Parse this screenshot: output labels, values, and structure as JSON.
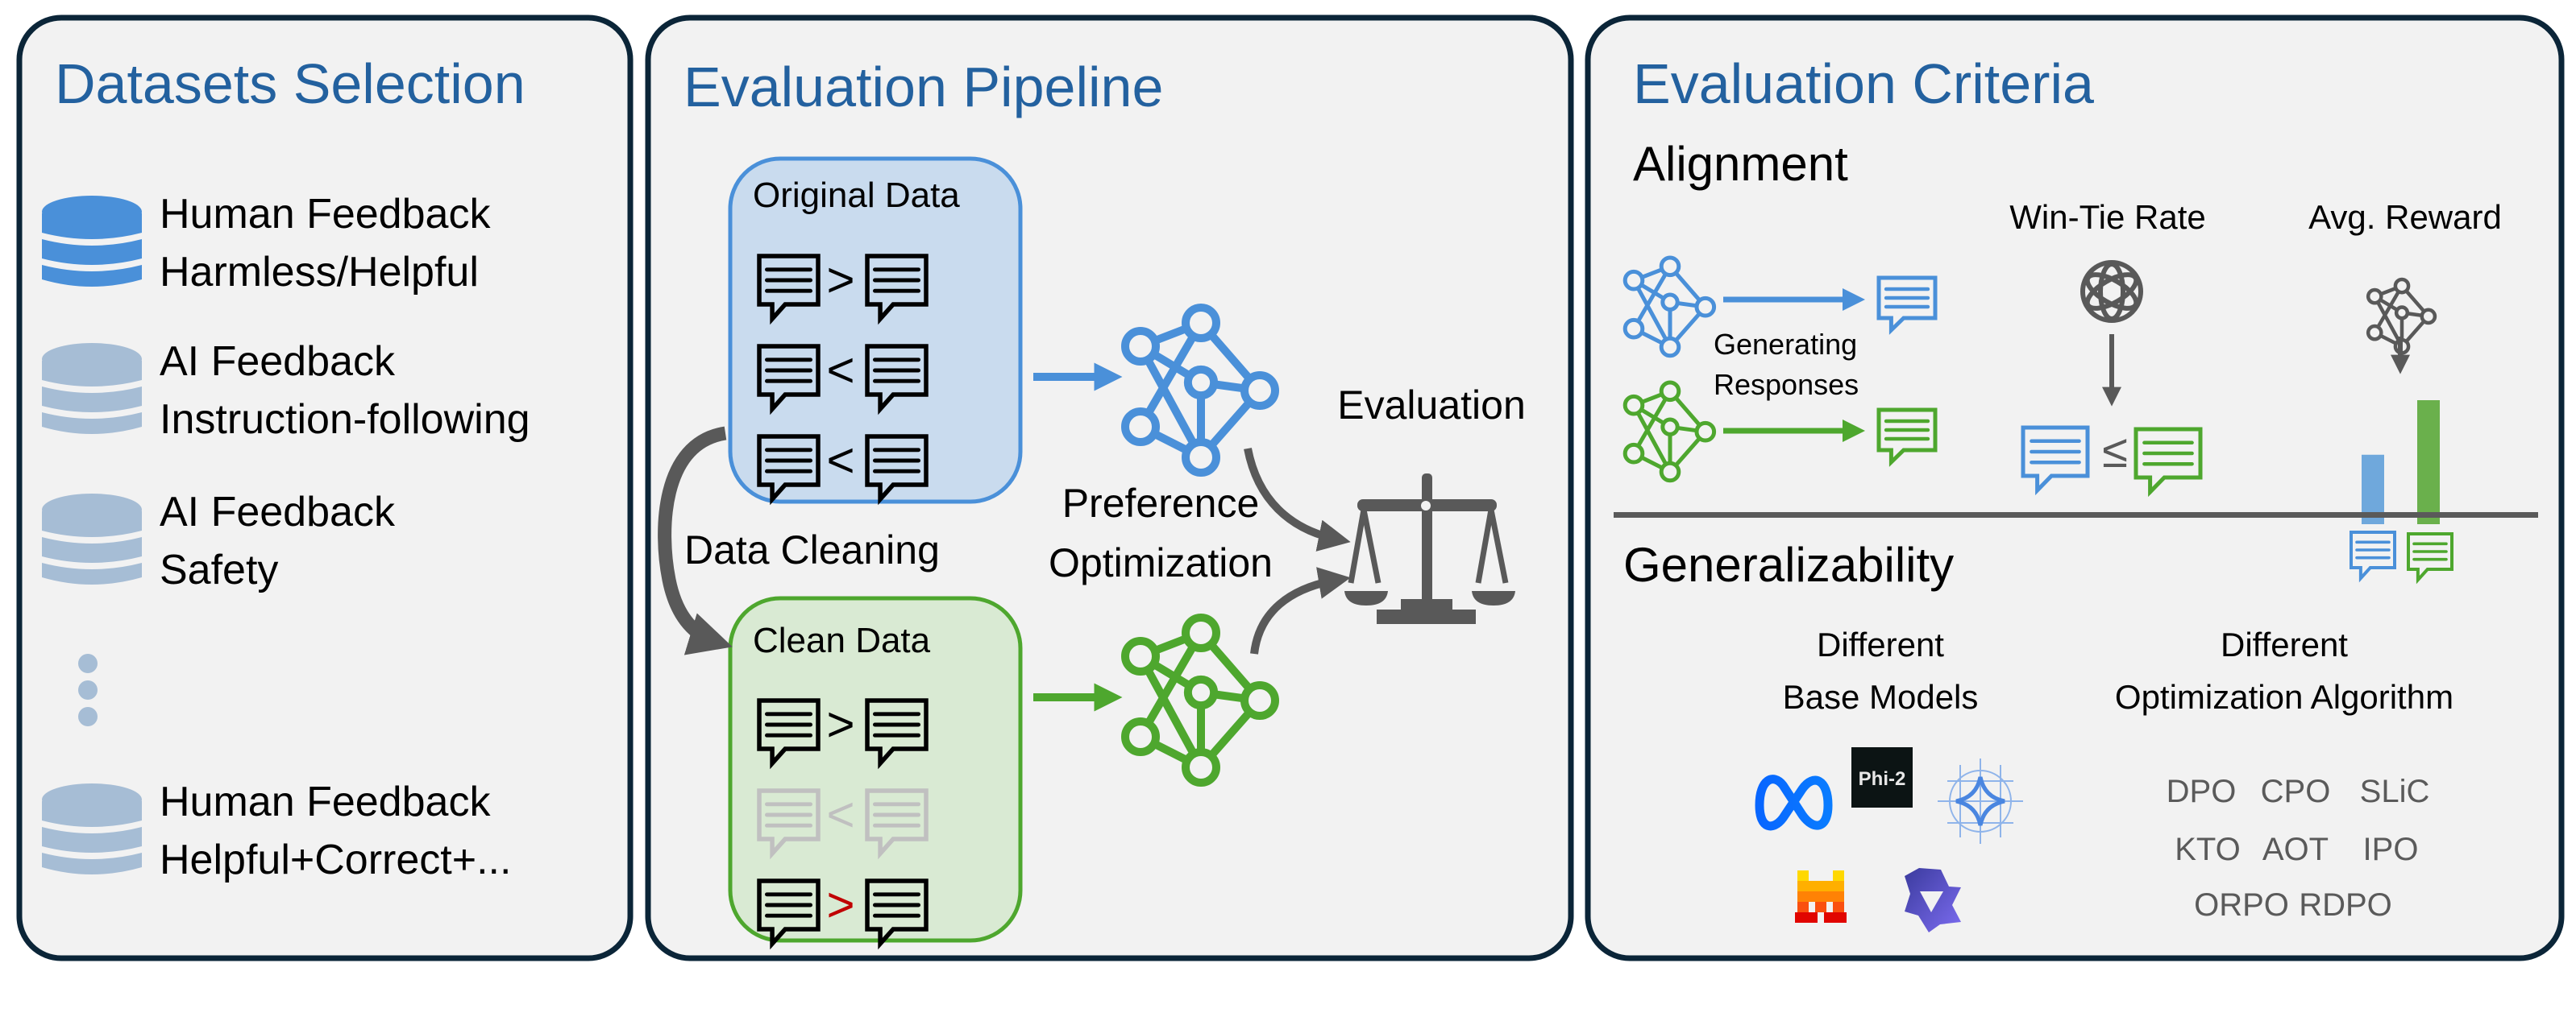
{
  "panels": {
    "datasets": {
      "title": "Datasets Selection",
      "items": [
        {
          "line1": "Human Feedback",
          "line2": "Harmless/Helpful",
          "icon": "database-icon",
          "highlighted": true
        },
        {
          "line1": "AI Feedback",
          "line2": "Instruction-following",
          "icon": "database-icon",
          "highlighted": false
        },
        {
          "line1": "AI Feedback",
          "line2": "Safety",
          "icon": "database-icon",
          "highlighted": false
        },
        {
          "line1": "Human Feedback",
          "line2": "Helpful+Correct+...",
          "icon": "database-icon",
          "highlighted": false
        }
      ],
      "ellipsis_icon": "vertical-ellipsis-icon"
    },
    "pipeline": {
      "title": "Evaluation Pipeline",
      "original_data": {
        "title": "Original Data",
        "pairs": [
          {
            "op": ">",
            "faded": false,
            "op_color": "#000000"
          },
          {
            "op": "<",
            "faded": false,
            "op_color": "#000000"
          },
          {
            "op": "<",
            "faded": false,
            "op_color": "#000000"
          }
        ]
      },
      "clean_data": {
        "title": "Clean Data",
        "pairs": [
          {
            "op": ">",
            "faded": false,
            "op_color": "#000000"
          },
          {
            "op": "<",
            "faded": true,
            "op_color": "#c0c0c0"
          },
          {
            "op": ">",
            "faded": false,
            "op_color": "#c00000"
          }
        ]
      },
      "data_cleaning_label": "Data Cleaning",
      "preference_label_1": "Preference",
      "preference_label_2": "Optimization",
      "evaluation_label": "Evaluation"
    },
    "criteria": {
      "title": "Evaluation Criteria",
      "alignment": {
        "heading": "Alignment",
        "generating_1": "Generating",
        "generating_2": "Responses",
        "win_tie_label": "Win-Tie Rate",
        "win_tie_op": "≤",
        "avg_reward_label": "Avg. Reward",
        "avg_reward_bars": {
          "baseline": 0.56,
          "clean": 1.0
        }
      },
      "generalizability": {
        "heading": "Generalizability",
        "base_models_1": "Different",
        "base_models_2": "Base Models",
        "base_model_logos": [
          "meta-logo-icon",
          "phi-2-logo-icon",
          "gemma-logo-icon",
          "mistral-logo-icon",
          "qwen-logo-icon"
        ],
        "phi_label": "Phi-2",
        "algos_1": "Different",
        "algos_2": "Optimization Algorithm",
        "algorithms": [
          [
            "DPO",
            "CPO",
            "SLiC"
          ],
          [
            "KTO",
            "AOT",
            "IPO"
          ],
          [
            "ORPO",
            "RDPO"
          ]
        ]
      }
    }
  },
  "colors": {
    "title": "#23619f",
    "blue": "#4a90d9",
    "green": "#4ea72e",
    "db_faded": "#a6bdd5",
    "gray": "#595959",
    "orig_fill": "#c9dbee",
    "clean_fill": "#d9ead3"
  }
}
